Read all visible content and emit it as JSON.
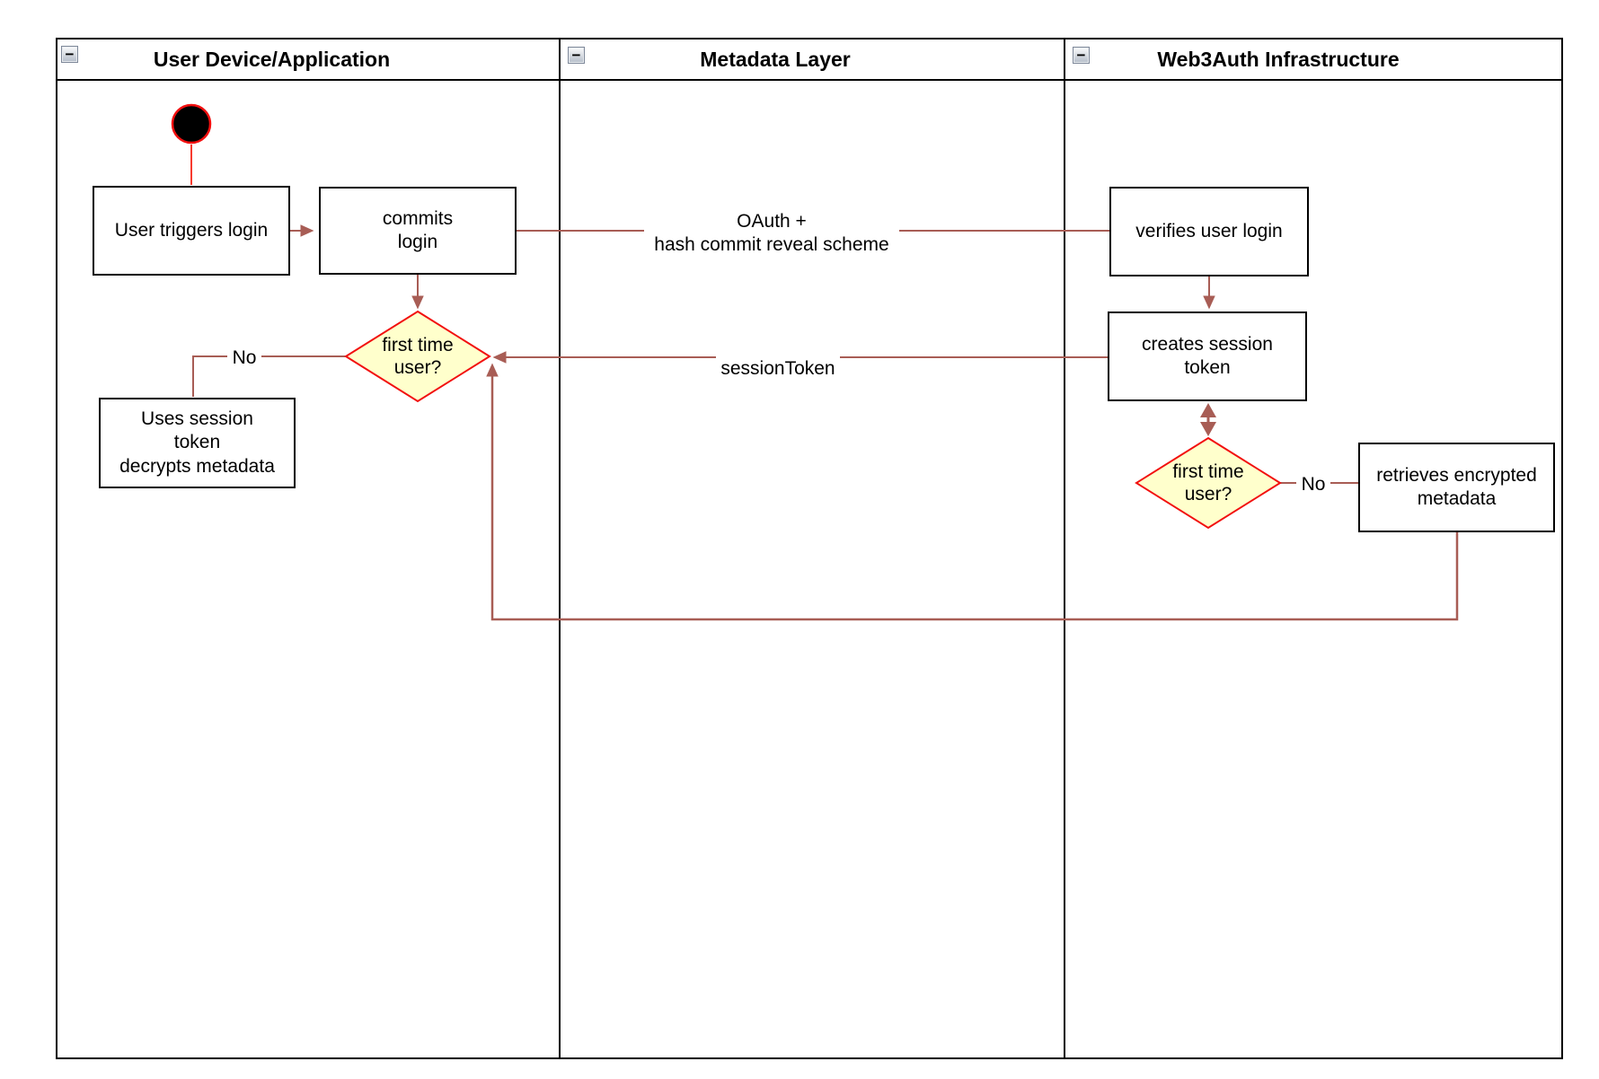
{
  "pool": {
    "lanes": [
      {
        "title": "User Device/Application",
        "collapse_glyph": "−"
      },
      {
        "title": "Metadata Layer",
        "collapse_glyph": "−"
      },
      {
        "title": "Web3Auth Infrastructure",
        "collapse_glyph": "−"
      }
    ]
  },
  "nodes": {
    "start": {
      "type": "initial-node"
    },
    "user_triggers_login": {
      "label": "User triggers login"
    },
    "commits_login": {
      "label": "commits\nlogin"
    },
    "verifies_user_login": {
      "label": "verifies user login"
    },
    "creates_session_token": {
      "label": "creates session\ntoken"
    },
    "first_time_user_device": {
      "label": "first time\nuser?"
    },
    "uses_session_token": {
      "label": "Uses session\ntoken\ndecrypts metadata"
    },
    "first_time_user_infra": {
      "label": "first time\nuser?"
    },
    "retrieves_encrypted_metadata": {
      "label": "retrieves encrypted\nmetadata"
    }
  },
  "edge_labels": {
    "oauth": "OAuth +\nhash commit reveal scheme",
    "session_token": "sessionToken",
    "no_device": "No",
    "no_infra": "No"
  },
  "colors": {
    "connector": "#a85d55",
    "start_edge": "#f73b2e",
    "decision_fill": "#ffffcc",
    "decision_border": "#f20f0f",
    "start_fill": "#000000",
    "start_border": "#f20f0f",
    "lane_border": "#000000",
    "node_fill": "#ffffff",
    "node_border": "#000000"
  }
}
